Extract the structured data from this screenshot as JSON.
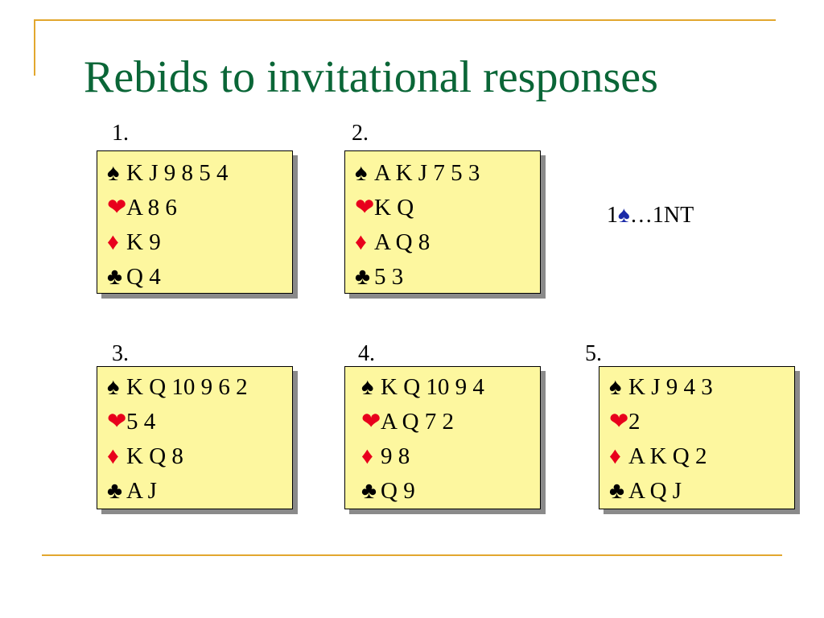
{
  "title": "Rebids to invitational responses",
  "colors": {
    "title": "#0a6637",
    "accent_line": "#e2a72e",
    "card_bg": "#fdf79f",
    "red_suit": "#e8001c",
    "blue_suit": "#1b2aa8"
  },
  "suits": {
    "spade": "♠",
    "heart": "❤",
    "diamond": "♦",
    "club": "♣"
  },
  "hands": [
    {
      "number": "1.",
      "spades": "K J 9 8 5 4",
      "hearts": "A 8 6",
      "diamonds": "K 9",
      "clubs": "Q 4"
    },
    {
      "number": "2.",
      "spades": "A K J 7 5 3",
      "hearts": "K Q",
      "diamonds": "A Q 8",
      "clubs": "5 3"
    },
    {
      "number": "3.",
      "spades": "K Q 10 9 6 2",
      "hearts": "5 4",
      "diamonds": "K Q 8",
      "clubs": "A J"
    },
    {
      "number": "4.",
      "spades": "K Q 10 9 4",
      "hearts": "A Q 7 2",
      "diamonds": "9 8",
      "clubs": "Q 9"
    },
    {
      "number": "5.",
      "spades": "K J 9 4 3",
      "hearts": "2",
      "diamonds": "A K Q 2",
      "clubs": "A Q J"
    }
  ],
  "bidding": {
    "level": "1",
    "suit": "♠",
    "rest": "…1NT"
  }
}
